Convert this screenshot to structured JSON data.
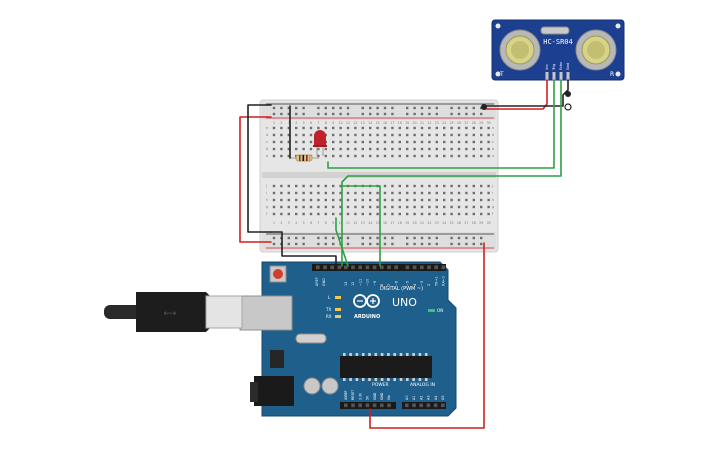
{
  "sensor": {
    "model": "HC-SR04",
    "left_letter": "T",
    "right_letter": "R",
    "pins": [
      "Vcc",
      "Trig",
      "Echo",
      "Gnd"
    ]
  },
  "breadboard": {
    "col_numbers": [
      "1",
      "2",
      "3",
      "4",
      "5",
      "6",
      "7",
      "8",
      "9",
      "10",
      "11",
      "12",
      "13",
      "14",
      "15",
      "16",
      "17",
      "18",
      "19",
      "20",
      "21",
      "22",
      "23",
      "24",
      "25",
      "26",
      "27",
      "28",
      "29",
      "30"
    ],
    "row_letters_top": [
      "a",
      "b",
      "c",
      "d",
      "e"
    ],
    "row_letters_bottom": [
      "f",
      "g",
      "h",
      "i",
      "j"
    ]
  },
  "arduino": {
    "brand": "ARDUINO",
    "model": "UNO",
    "digital_label": "DIGITAL (PWM ~)",
    "power_label": "POWER",
    "analog_label": "ANALOG IN",
    "on_label": "ON",
    "l_label": "L",
    "tx_label": "TX",
    "rx_label": "RX",
    "aref": "AREF",
    "gnd": "GND",
    "digital_pins": [
      "13",
      "12",
      "~11",
      "~10",
      "~9",
      "8",
      "7",
      "~6",
      "~5",
      "4",
      "~3",
      "2",
      "TX→1",
      "RX←0"
    ],
    "power_pins": [
      "IOREF",
      "RESET",
      "3.3V",
      "5V",
      "GND",
      "GND",
      "Vin"
    ],
    "analog_pins": [
      "A0",
      "A1",
      "A2",
      "A3",
      "A4",
      "A5"
    ]
  },
  "colors": {
    "wire_red": "#d21f1f",
    "wire_black": "#222222",
    "wire_green": "#2ea043",
    "board_blue": "#1f5f8b",
    "sensor_blue": "#1d3f8f",
    "led_red": "#c0222b",
    "breadboard": "#e6e6e6"
  }
}
